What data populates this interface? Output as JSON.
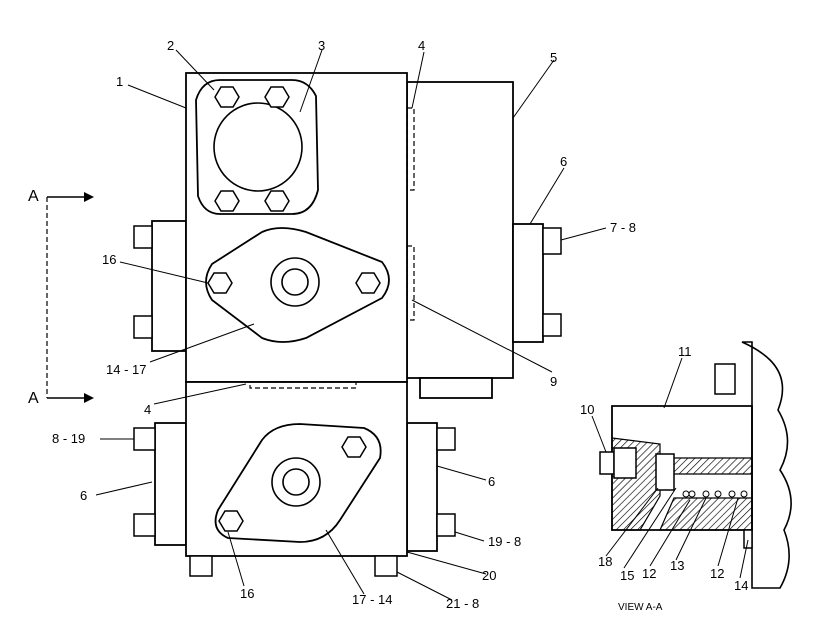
{
  "diagram": {
    "callouts": [
      {
        "id": "c1",
        "text": "1"
      },
      {
        "id": "c2",
        "text": "2"
      },
      {
        "id": "c3",
        "text": "3"
      },
      {
        "id": "c4a",
        "text": "4"
      },
      {
        "id": "c5",
        "text": "5"
      },
      {
        "id": "c6a",
        "text": "6"
      },
      {
        "id": "c78",
        "text": "7 - 8"
      },
      {
        "id": "c16a",
        "text": "16"
      },
      {
        "id": "c1417",
        "text": "14 - 17"
      },
      {
        "id": "c9",
        "text": "9"
      },
      {
        "id": "c4b",
        "text": "4"
      },
      {
        "id": "c819",
        "text": "8 - 19"
      },
      {
        "id": "c6b",
        "text": "6"
      },
      {
        "id": "c6c",
        "text": "6"
      },
      {
        "id": "c198",
        "text": "19 - 8"
      },
      {
        "id": "c20",
        "text": "20"
      },
      {
        "id": "c218",
        "text": "21 - 8"
      },
      {
        "id": "c16b",
        "text": "16"
      },
      {
        "id": "c1714",
        "text": "17 - 14"
      },
      {
        "id": "c11",
        "text": "11"
      },
      {
        "id": "c10",
        "text": "10"
      },
      {
        "id": "c18",
        "text": "18"
      },
      {
        "id": "c15",
        "text": "15"
      },
      {
        "id": "c12a",
        "text": "12"
      },
      {
        "id": "c13",
        "text": "13"
      },
      {
        "id": "c12b",
        "text": "12"
      },
      {
        "id": "c14",
        "text": "14"
      }
    ],
    "section_marker_top": "A",
    "section_marker_bottom": "A",
    "view_caption": "VIEW  A-A"
  }
}
